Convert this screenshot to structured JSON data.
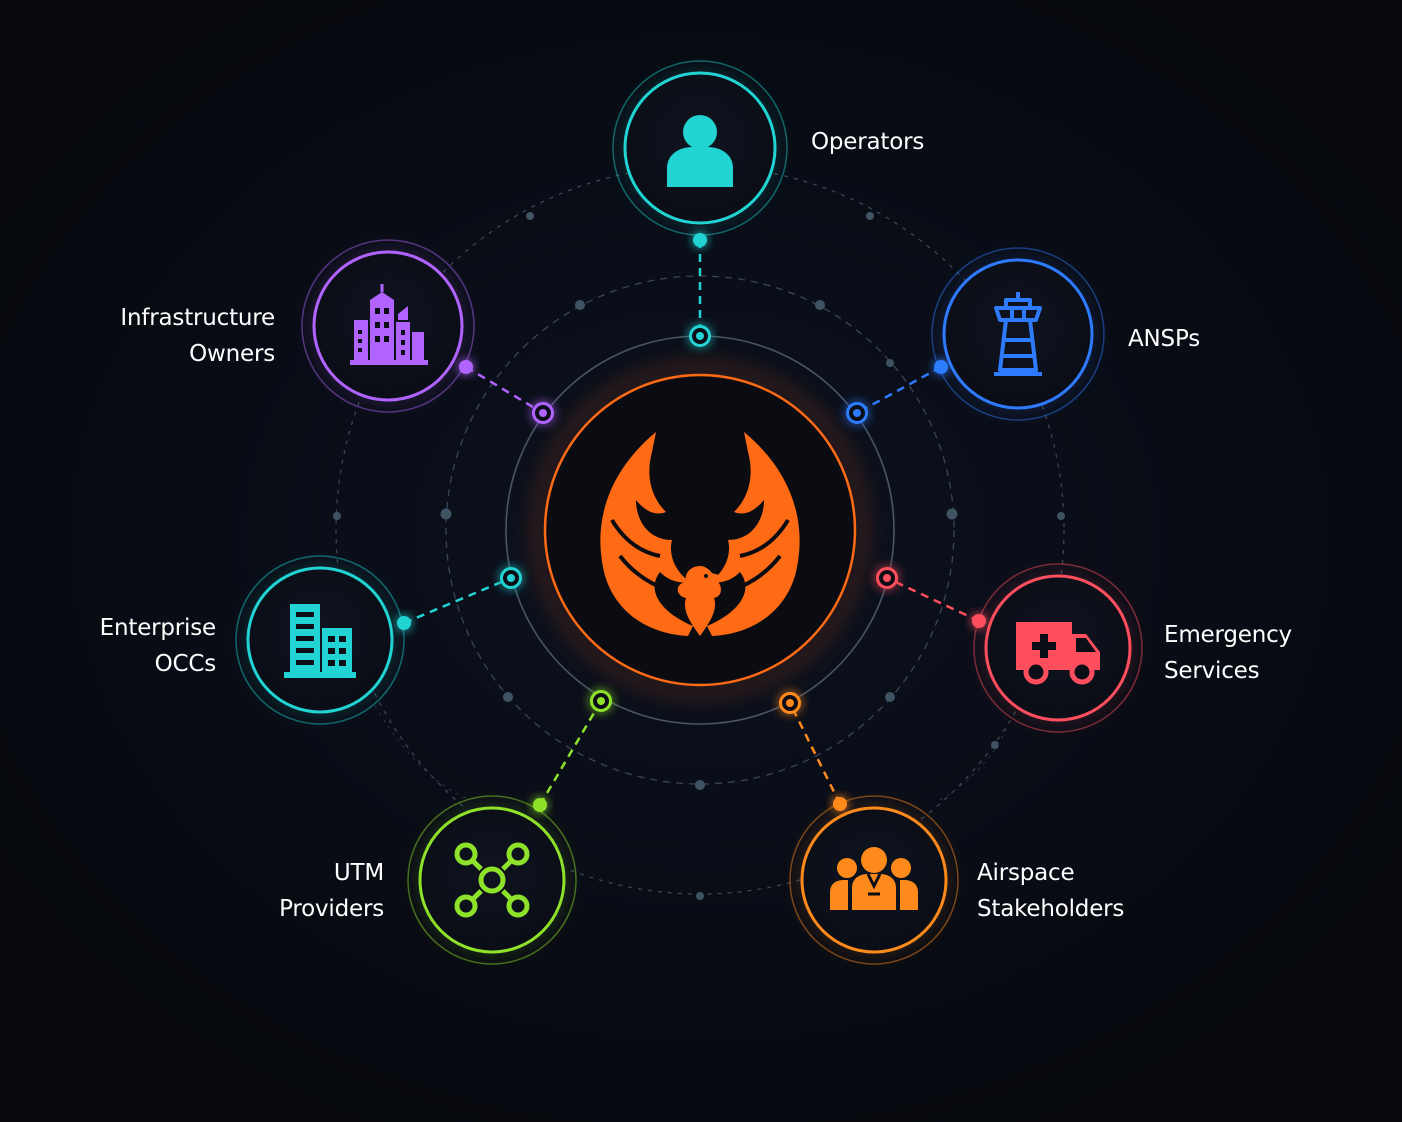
{
  "center": {
    "name": "phoenix-logo",
    "color": "#ff6a14"
  },
  "nodes": [
    {
      "id": "operators",
      "lines": [
        "Operators"
      ],
      "color": "#22d3d3",
      "icon": "user-icon"
    },
    {
      "id": "ansps",
      "lines": [
        "ANSPs"
      ],
      "color": "#2f7bff",
      "icon": "control-tower-icon"
    },
    {
      "id": "emergency-services",
      "lines": [
        "Emergency",
        "Services"
      ],
      "color": "#ff4f5e",
      "icon": "ambulance-icon"
    },
    {
      "id": "airspace-stakeholders",
      "lines": [
        "Airspace",
        "Stakeholders"
      ],
      "color": "#ff8a1c",
      "icon": "people-group-icon"
    },
    {
      "id": "utm-providers",
      "lines": [
        "UTM",
        "Providers"
      ],
      "color": "#8ee22a",
      "icon": "network-hub-icon"
    },
    {
      "id": "enterprise-occs",
      "lines": [
        "Enterprise",
        "OCCs"
      ],
      "color": "#22d3d3",
      "icon": "office-building-icon"
    },
    {
      "id": "infrastructure-owners",
      "lines": [
        "Infrastructure",
        "Owners"
      ],
      "color": "#b163ff",
      "icon": "city-buildings-icon"
    }
  ]
}
